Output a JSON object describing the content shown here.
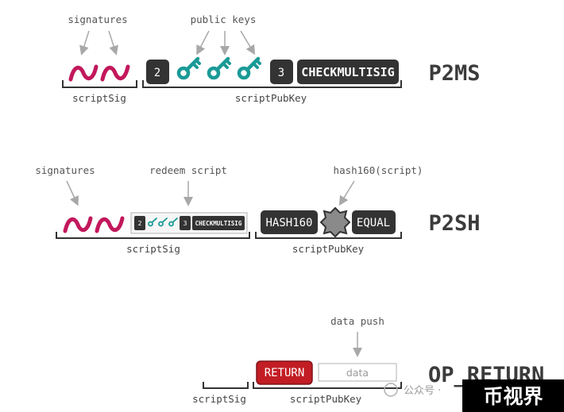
{
  "p2ms": {
    "title": "P2MS",
    "annotations": {
      "signatures": "signatures",
      "public_keys": "public keys"
    },
    "script_sig_label": "scriptSig",
    "script_pubkey_label": "scriptPubKey",
    "ops": {
      "m": "2",
      "n": "3",
      "checkmultisig": "CHECKMULTISIG"
    }
  },
  "p2sh": {
    "title": "P2SH",
    "annotations": {
      "signatures": "signatures",
      "redeem_script": "redeem script",
      "hash160_script": "hash160(script)"
    },
    "script_sig_label": "scriptSig",
    "script_pubkey_label": "scriptPubKey",
    "ops": {
      "hash160": "HASH160",
      "equal": "EQUAL"
    },
    "redeem": {
      "m": "2",
      "n": "3",
      "checkmultisig": "CHECKMULTISIG"
    }
  },
  "op_return": {
    "title": "OP_RETURN",
    "annotations": {
      "data_push": "data push"
    },
    "script_sig_label": "scriptSig",
    "script_pubkey_label": "scriptPubKey",
    "ops": {
      "return": "RETURN",
      "data": "data"
    }
  },
  "watermark": {
    "text": "公众号 ·",
    "brand": "币视界"
  },
  "colors": {
    "signature": "#c2185b",
    "key": "#1a9a96",
    "op_box": "#333333",
    "return_box": "#c21d24",
    "hash_blob": "#8a8a8a"
  }
}
